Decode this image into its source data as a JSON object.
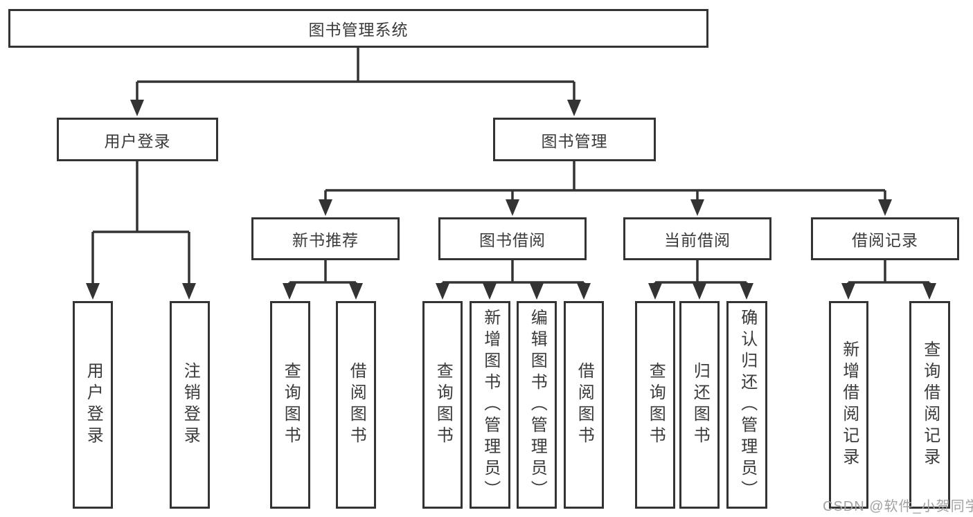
{
  "diagram": {
    "root": {
      "label": "图书管理系统"
    },
    "branches": [
      {
        "label": "用户登录",
        "children": [
          {
            "label": "用户登录"
          },
          {
            "label": "注销登录"
          }
        ]
      },
      {
        "label": "图书管理",
        "children": [
          {
            "label": "新书推荐",
            "children": [
              {
                "label": "查询图书"
              },
              {
                "label": "借阅图书"
              }
            ]
          },
          {
            "label": "图书借阅",
            "children": [
              {
                "label": "查询图书"
              },
              {
                "label": "新增图书（管理员）"
              },
              {
                "label": "编辑图书（管理员）"
              },
              {
                "label": "借阅图书"
              }
            ]
          },
          {
            "label": "当前借阅",
            "children": [
              {
                "label": "查询图书"
              },
              {
                "label": "归还图书"
              },
              {
                "label": "确认归还（管理员）"
              }
            ]
          },
          {
            "label": "借阅记录",
            "children": [
              {
                "label": "新增借阅记录"
              },
              {
                "label": "查询借阅记录"
              }
            ]
          }
        ]
      }
    ]
  },
  "watermark": {
    "text": "CSDN @软件_小贺同学"
  },
  "colors": {
    "line": "#333333",
    "text": "#3a3a3a",
    "watermark": "#a2a2a4",
    "background": "#ffffff"
  }
}
